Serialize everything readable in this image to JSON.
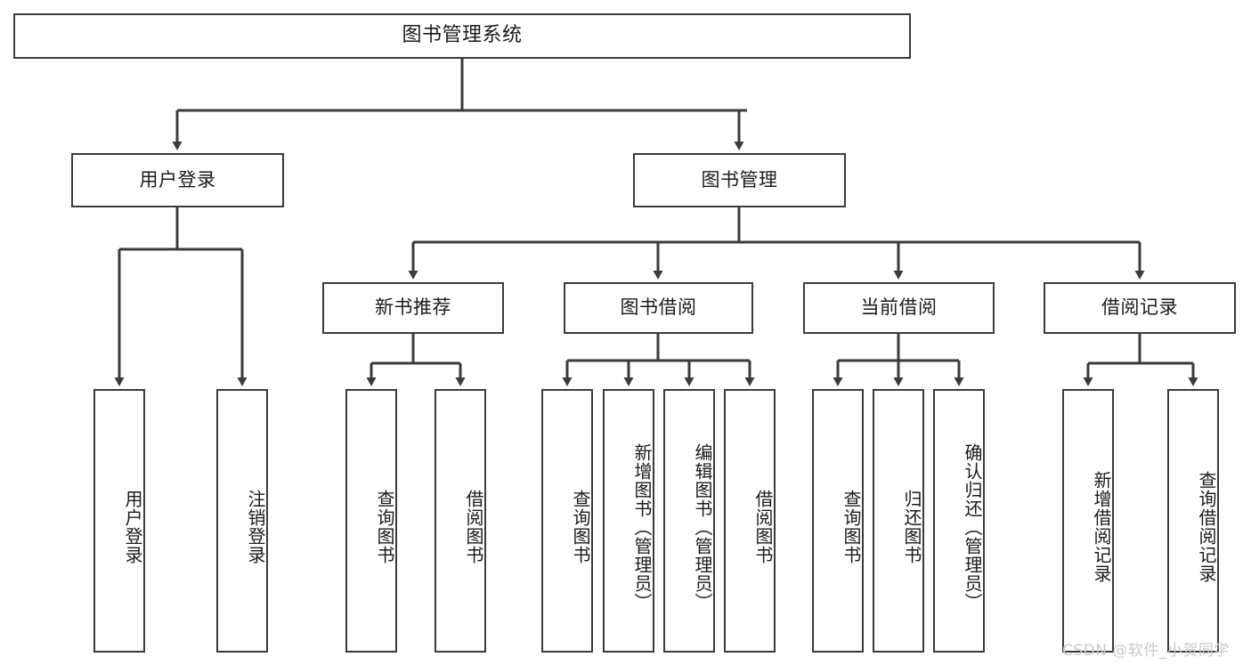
{
  "diagram": {
    "title": "图书管理系统",
    "type": "hierarchy-tree",
    "root": {
      "label": "图书管理系统"
    },
    "level1": [
      {
        "label": "用户登录"
      },
      {
        "label": "图书管理"
      }
    ],
    "level2": [
      {
        "label": "新书推荐"
      },
      {
        "label": "图书借阅"
      },
      {
        "label": "当前借阅"
      },
      {
        "label": "借阅记录"
      }
    ],
    "leaves_user_login": [
      {
        "label": "用户登录"
      },
      {
        "label": "注销登录"
      }
    ],
    "leaves_new_book": [
      {
        "label": "查询图书"
      },
      {
        "label": "借阅图书"
      }
    ],
    "leaves_borrow": [
      {
        "label": "查询图书"
      },
      {
        "label": "新增图书（管理员）"
      },
      {
        "label": "编辑图书（管理员）"
      },
      {
        "label": "借阅图书"
      }
    ],
    "leaves_current": [
      {
        "label": "查询图书"
      },
      {
        "label": "归还图书"
      },
      {
        "label": "确认归还（管理员）"
      }
    ],
    "leaves_records": [
      {
        "label": "新增借阅记录"
      },
      {
        "label": "查询借阅记录"
      }
    ]
  },
  "watermark": {
    "text": "CSDN @软件_小贺同学"
  },
  "colors": {
    "line": "#3b3b3b",
    "box_border": "#3b3b3b",
    "box_fill": "#ffffff",
    "text": "#1b1b1b",
    "watermark": "#c9c9c9",
    "background": "#ffffff"
  }
}
